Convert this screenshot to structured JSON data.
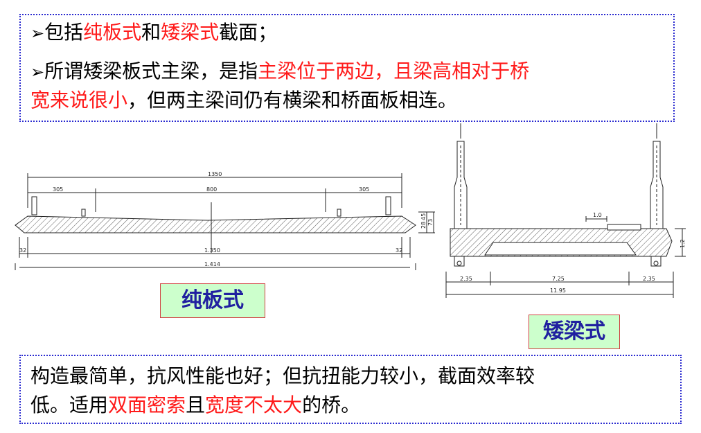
{
  "top_text": {
    "bullet": "➢",
    "line1": {
      "part1": "包括",
      "part2": "纯板式",
      "part3": "和",
      "part4": "矮梁式",
      "part5": "截面；"
    },
    "line2": {
      "part1": "所谓矮梁板式主梁，是指",
      "part2": "主梁位于两边，且梁高相对于桥"
    },
    "line3": {
      "part1": "宽来说很小",
      "part2": "，但两主梁间仍有横梁和桥面板相连。"
    }
  },
  "left_drawing": {
    "dims": {
      "total_top": "1350",
      "left": "305",
      "mid": "800",
      "right": "305",
      "bottom_mid": "1.350",
      "bottom_total": "1.414",
      "side_left": "32",
      "side_right": "32",
      "h1": "45",
      "h2": "28",
      "h3": "73"
    }
  },
  "right_drawing": {
    "dims": {
      "small": "1.0",
      "height": "1.2",
      "left": "2.35",
      "mid": "7.25",
      "right": "2.35",
      "total": "11.95"
    }
  },
  "labels": {
    "slab": "纯板式",
    "low_beam": "矮梁式"
  },
  "bottom_text": {
    "line1": "构造最简单，抗风性能也好；但抗扭能力较小，截面效率较",
    "line2": {
      "part1": "低。适用",
      "part2": "双面密索",
      "part3": "且",
      "part4": "宽度不太大",
      "part5": "的桥。"
    }
  },
  "colors": {
    "highlight": "#ff1a1a",
    "border": "#2a2ad0",
    "label_bg": "#ccffcc",
    "label_text": "#2020a0"
  }
}
